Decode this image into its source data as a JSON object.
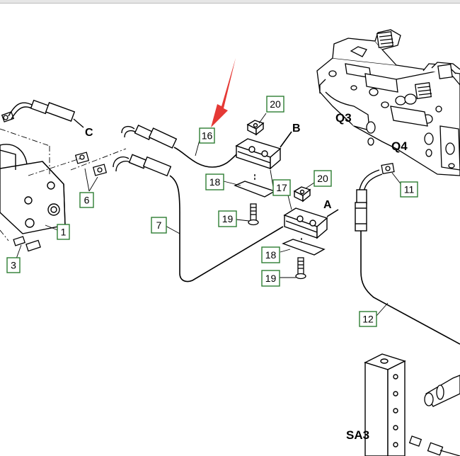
{
  "diagram": {
    "callouts": {
      "c1": "1",
      "c3": "3",
      "c6": "6",
      "c7": "7",
      "c11": "11",
      "c12": "12",
      "c16": "16",
      "c17": "17",
      "c18a": "18",
      "c18b": "18",
      "c19a": "19",
      "c19b": "19",
      "c20a": "20",
      "c20b": "20"
    },
    "ports": {
      "a": "A",
      "b": "B",
      "c": "C"
    },
    "zones": {
      "q3": "Q3",
      "q4": "Q4",
      "sa3": "SA3"
    },
    "colors": {
      "callout_border": "#2e7d32",
      "arrow": "#e53935",
      "line": "#000000"
    }
  }
}
